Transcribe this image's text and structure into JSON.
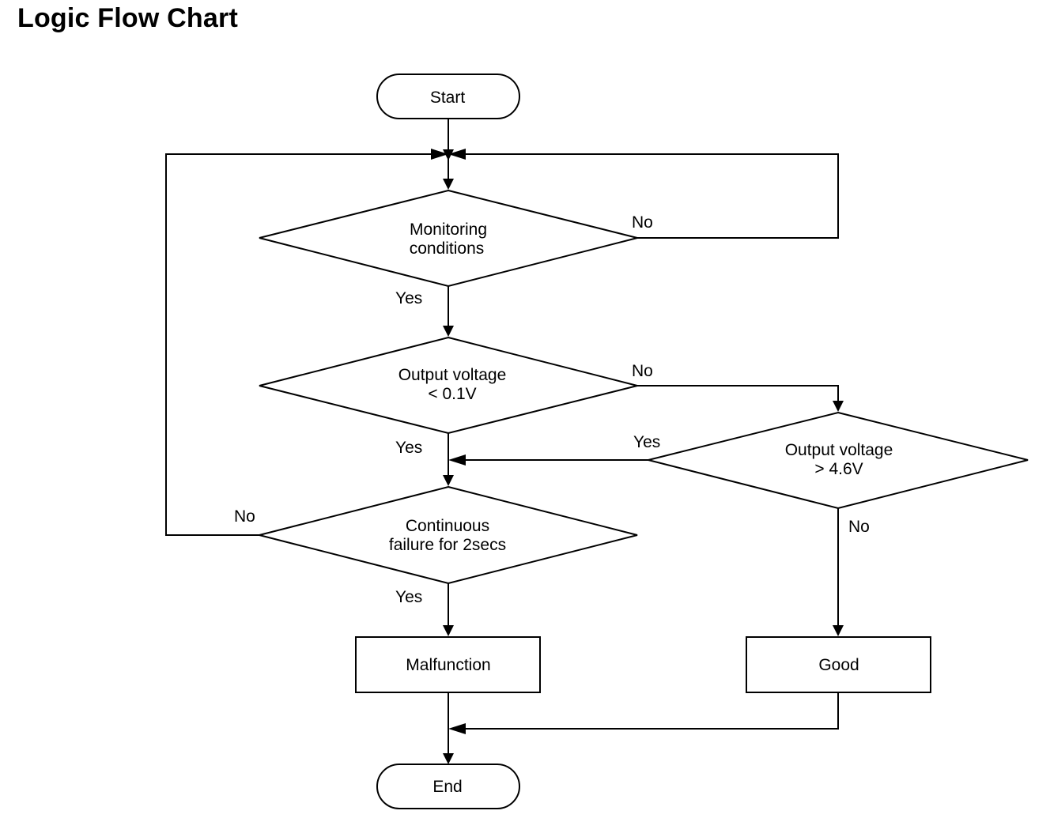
{
  "title": "Logic Flow Chart",
  "nodes": {
    "start": "Start",
    "monitoring": [
      "Monitoring",
      "conditions"
    ],
    "output_low": [
      "Output voltage",
      "< 0.1V"
    ],
    "output_high": [
      "Output voltage",
      "> 4.6V"
    ],
    "continuous": [
      "Continuous",
      "failure for 2secs"
    ],
    "malfunction": "Malfunction",
    "good": "Good",
    "end": "End"
  },
  "edge_labels": {
    "monitoring_no": "No",
    "monitoring_yes": "Yes",
    "output_low_no": "No",
    "output_low_yes": "Yes",
    "output_high_yes": "Yes",
    "output_high_no": "No",
    "continuous_no": "No",
    "continuous_yes": "Yes"
  },
  "colors": {
    "stroke": "#000000",
    "background": "#ffffff"
  }
}
